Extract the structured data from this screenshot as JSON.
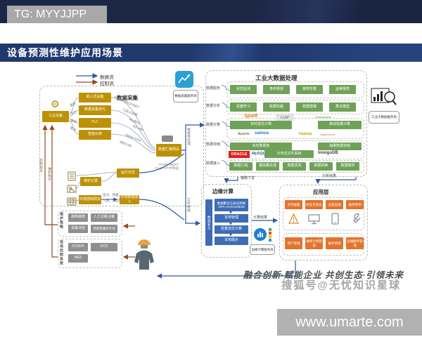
{
  "header": {
    "tg": "TG: MYYJJPP",
    "title": "设备预测性维护应用场景"
  },
  "legend": {
    "data_flow": "数据流",
    "control_flow": "控制流"
  },
  "data_collection": {
    "title": "数据采集",
    "equipment": "工业设备",
    "devices": [
      "嵌入式设备",
      "数据采集单元",
      "PLC",
      "智能仪表"
    ],
    "measure_labels": [
      "温度",
      "压力",
      "振动",
      "电流"
    ],
    "protocol_labels": [
      "TCP/IP PROFINET",
      "工业以太网",
      "ModBus",
      "RS-485",
      "Zigbee KNX",
      "485/CAN"
    ],
    "gateway": "数据汇聚网关",
    "uplink_protocols": "TCP/IP MQTT CoAP HTTP协议",
    "record_box_1": "维护记录",
    "record_box_2": "运行日志",
    "env_gateway": "环境感知网关",
    "env_labels": [
      "压力、风速",
      "气温、湿度等"
    ],
    "env_access": "环境数据接入",
    "flow_up_label": "数据预处理",
    "flow_down_label": "实时数据"
  },
  "maintenance": {
    "side_label": "维护策略",
    "boxes": [
      "故障维修",
      "人工诊断决策",
      "设备点检",
      "预测性维护计划"
    ]
  },
  "field_control": {
    "side_label": "现场控制系统",
    "boxes": [
      "SCADA",
      "DCS",
      "MES"
    ]
  },
  "control_labels": [
    "控制指令",
    "维护指令"
  ],
  "big_data": {
    "title": "工业大数据处理",
    "row_labels": [
      "数据服务",
      "数据分析",
      "数据计算",
      "数据存储",
      "数据接入"
    ],
    "service_row": [
      "状态监测",
      "寿命预测",
      "故障告警",
      "运维报表"
    ],
    "analysis_row": [
      "机器学习",
      "数据挖掘",
      "数据建模",
      "算法模型"
    ],
    "analysis_logos": [
      "Spark",
      "LLAP",
      "Hortonworks"
    ],
    "compute_row": [
      "实时流式计算",
      "离线批量计算"
    ],
    "compute_logos": [
      "Apache",
      "samza",
      "Hadoop",
      "DataTorrent"
    ],
    "storage_row": [
      "实时数据库",
      "海量数据存储"
    ],
    "storage_logos": [
      "ORACLE",
      "MySQL",
      "分布式文件系统",
      "mongoDB"
    ],
    "access_row": [
      "数据订阅",
      "模拟量处理",
      "数据清洗",
      "数据转换",
      "数据缓存"
    ]
  },
  "edge": {
    "title": "边缘计算",
    "side_label": "数据安全",
    "boxes": [
      "数据聚合与协议转换 OPC-UA/OneM2M",
      "本地管理",
      "轻量流式计算",
      "本地展示"
    ]
  },
  "app": {
    "title": "应用层",
    "monitor_row": [
      "实时报警",
      "状态可视化",
      "远程运维",
      "维修预测"
    ],
    "manage_row": [
      "资产管理",
      "维修计划管理",
      "备件管理",
      "运维服务管理"
    ]
  },
  "providers": {
    "collection": "数据采集服务商",
    "big_data": "工业大数据服务商",
    "edge": "边缘计算服务商"
  },
  "flow_labels": {
    "strategy_down": "策略下发",
    "analysis_result": "分析结果",
    "edge_result": "计算结果"
  },
  "footer": {
    "slogan": "融合创新·赋能企业  共创生态·引领未来",
    "account": "搜狐号@无忧知识星球",
    "watermark": "www.umarte.com"
  },
  "colors": {
    "yellow": "#bd9105",
    "green": "#6da257",
    "blue": "#3e6cb5",
    "orange": "#e4732b",
    "gray": "#8f8f8f",
    "navy": "#1c2746",
    "band_blue": "#20396e",
    "arrow_blue": "#2f5a9e",
    "arrow_brown": "#96491f"
  }
}
